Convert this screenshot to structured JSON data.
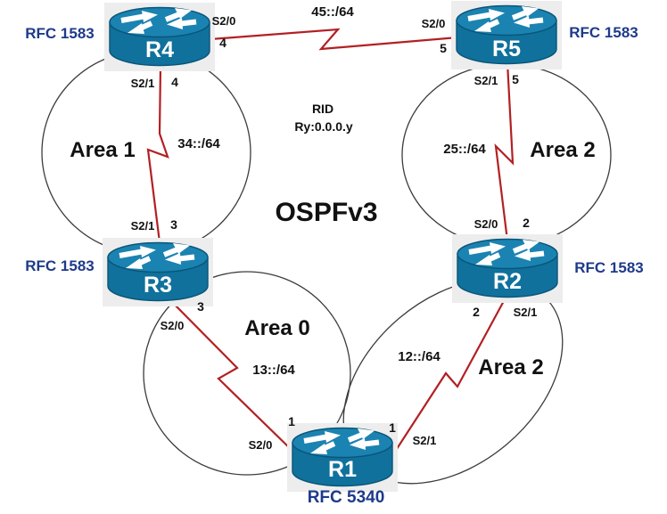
{
  "diagram": {
    "protocol": "OSPFv3",
    "rid_line1": "RID",
    "rid_line2": "Ry:0.0.0.y"
  },
  "colors": {
    "router_top": "#1b83b1",
    "router_body": "#10719c",
    "router_edge": "#0a5578",
    "router_backing": "#ededed",
    "link": "#b22023",
    "rfc_text": "#1e3a8a",
    "area_outline": "#3c3c3c",
    "label_text": "#111111"
  },
  "routers": [
    {
      "name": "R4",
      "rfc": "RFC 1583"
    },
    {
      "name": "R5",
      "rfc": "RFC 1583"
    },
    {
      "name": "R3",
      "rfc": "RFC 1583"
    },
    {
      "name": "R2",
      "rfc": "RFC 1583"
    },
    {
      "name": "R1",
      "rfc": "RFC 5340"
    }
  ],
  "areas": [
    {
      "label": "Area 1"
    },
    {
      "label": "Area 2"
    },
    {
      "label": "Area 0"
    },
    {
      "label": "Area 2"
    }
  ],
  "links": [
    {
      "network": "45::/64",
      "a": {
        "router": "R4",
        "iface": "S2/0",
        "num": "4"
      },
      "b": {
        "router": "R5",
        "iface": "S2/0",
        "num": "5"
      }
    },
    {
      "network": "34::/64",
      "a": {
        "router": "R4",
        "iface": "S2/1",
        "num": "4"
      },
      "b": {
        "router": "R3",
        "iface": "S2/1",
        "num": "3"
      }
    },
    {
      "network": "25::/64",
      "a": {
        "router": "R5",
        "iface": "S2/1",
        "num": "5"
      },
      "b": {
        "router": "R2",
        "iface": "S2/0",
        "num": "2"
      }
    },
    {
      "network": "13::/64",
      "a": {
        "router": "R3",
        "iface": "S2/0",
        "num": "3"
      },
      "b": {
        "router": "R1",
        "iface": "S2/0",
        "num": "1"
      }
    },
    {
      "network": "12::/64",
      "a": {
        "router": "R2",
        "iface": "S2/1",
        "num": "2"
      },
      "b": {
        "router": "R1",
        "iface": "S2/1",
        "num": "1"
      }
    }
  ]
}
